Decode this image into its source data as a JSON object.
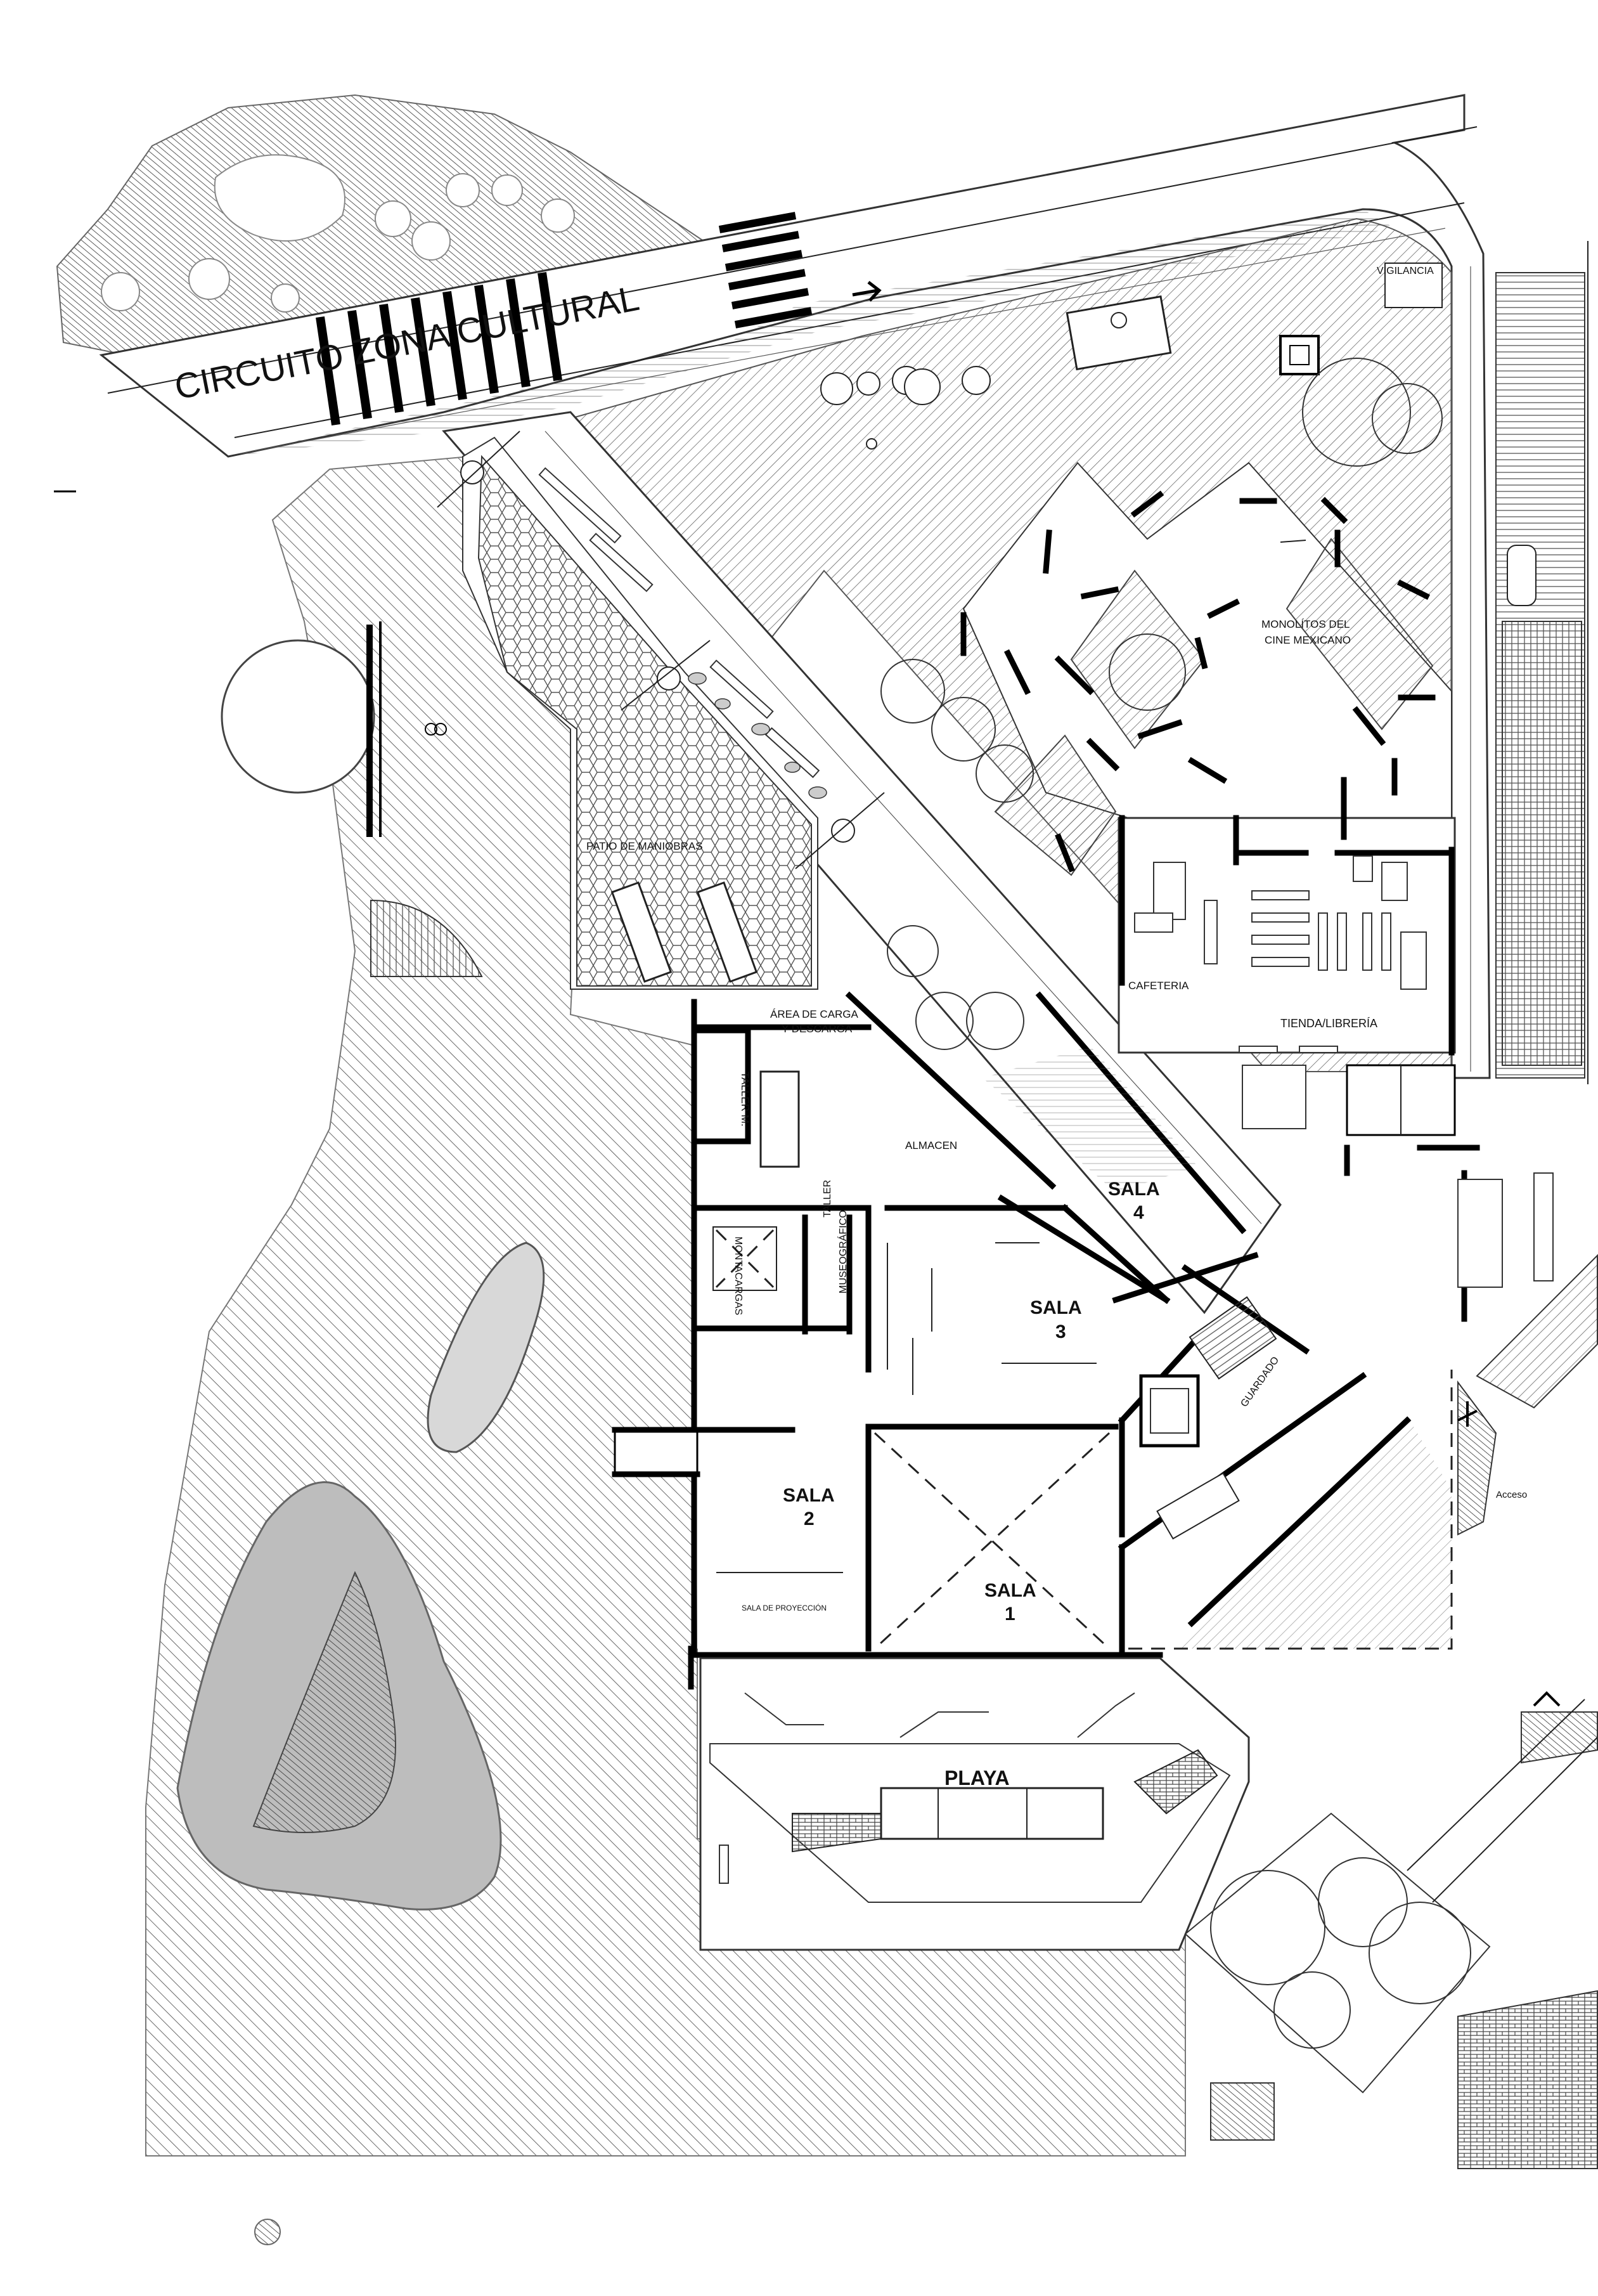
{
  "drawing": {
    "street_name": "CIRCUITO ZONA CULTURAL",
    "rooms": {
      "vigilancia": "VIGILANCIA",
      "monolitos": [
        "MONOLÍTOS DEL",
        "CINE MEXICANO"
      ],
      "patio": "PATIO DE MANIOBRAS",
      "cafeteria": "CAFETERIA",
      "tienda": "TIENDA/LIBRERÍA",
      "carga": [
        "ÁREA DE CARGA",
        "Y DESCARGA"
      ],
      "taller_m": "TALLER M.",
      "almacen": "ALMACEN",
      "sala4": [
        "SALA",
        "4"
      ],
      "sala3": [
        "SALA",
        "3"
      ],
      "montacargas": "MONTACARGAS",
      "taller_museo": [
        "TALLER",
        "MUSEOGRÁFICO"
      ],
      "guardado": "GUARDADO",
      "sala2": [
        "SALA",
        "2"
      ],
      "sala_proyeccion": "SALA DE PROYECCIÓN",
      "sala1": [
        "SALA",
        "1"
      ],
      "playa": "PLAYA",
      "acceso": "Acceso"
    },
    "colors": {
      "wall": "#000000",
      "hatch": "#555555",
      "terrain": "#bdbdbd",
      "paving": "#d0d0d0",
      "background": "#ffffff"
    }
  }
}
